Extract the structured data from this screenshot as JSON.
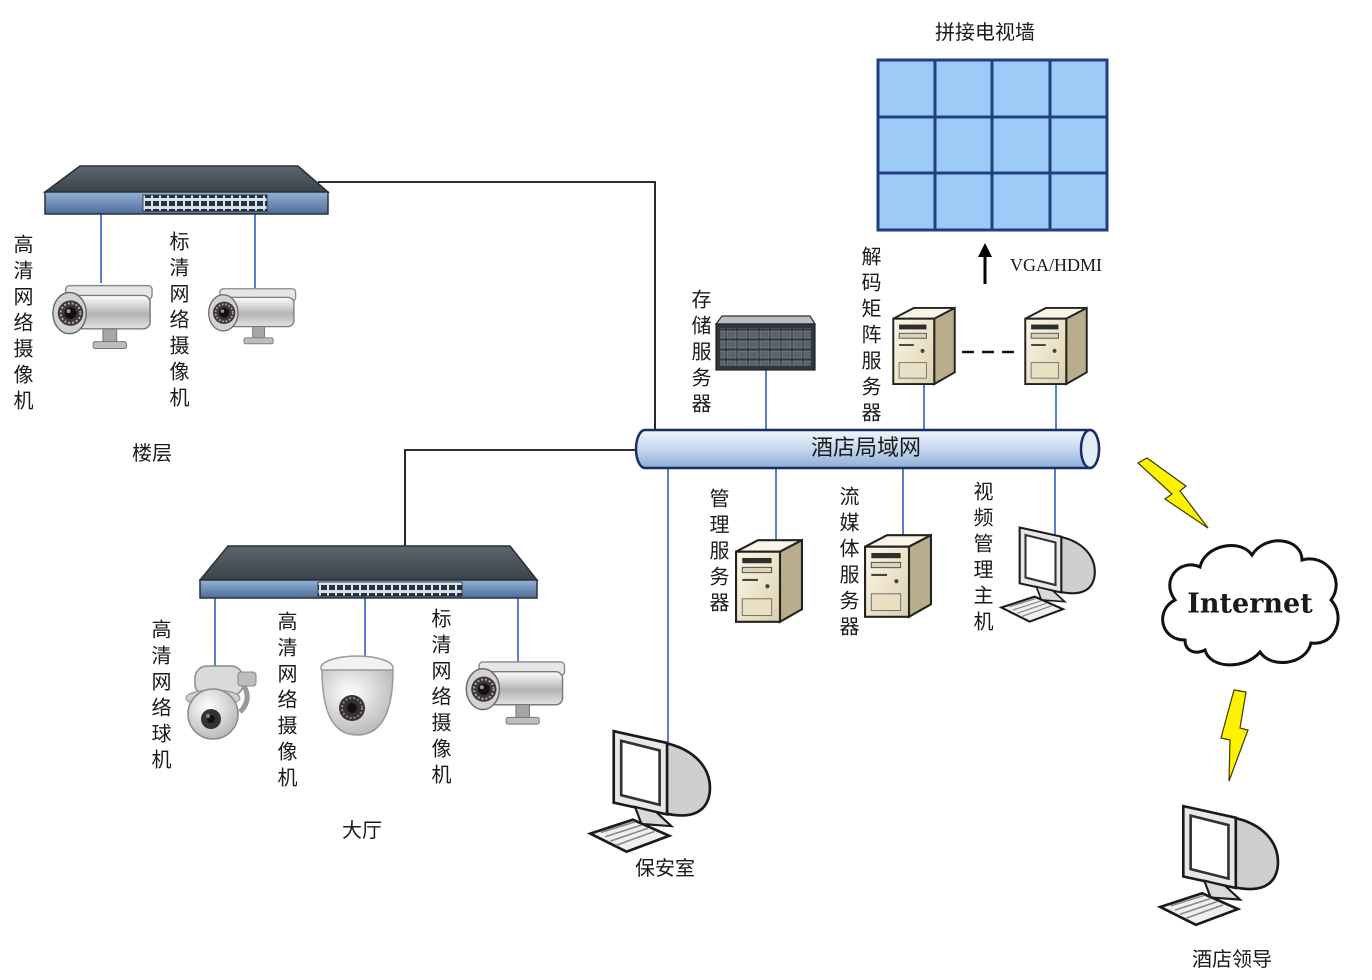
{
  "video_wall": {
    "label": "拼接电视墙",
    "icon": "video-wall-icon"
  },
  "output_link": {
    "label": "VGA/HDMI"
  },
  "lan": {
    "label": "酒店局域网"
  },
  "floor": {
    "label": "楼层",
    "icon": "network-switch-icon",
    "cameras": [
      {
        "label": "高清网络摄像机",
        "icon": "bullet-camera-icon"
      },
      {
        "label": "标清网络摄像机",
        "icon": "bullet-camera-icon"
      }
    ]
  },
  "lobby": {
    "label": "大厅",
    "icon": "network-switch-icon",
    "cameras": [
      {
        "label": "高清网络球机",
        "icon": "ptz-dome-camera-icon"
      },
      {
        "label": "高清网络摄像机",
        "icon": "dome-camera-icon"
      },
      {
        "label": "标清网络摄像机",
        "icon": "bullet-camera-icon"
      }
    ]
  },
  "servers": {
    "storage": {
      "label": "存储服务器",
      "icon": "rack-storage-icon"
    },
    "decoder_matrix": {
      "label": "解码矩阵服务器",
      "icon": "tower-server-icon"
    },
    "management": {
      "label": "管理服务器",
      "icon": "tower-server-icon"
    },
    "streaming_media": {
      "label": "流媒体服务器",
      "icon": "tower-server-icon"
    },
    "video_management_host": {
      "label": "视频管理主机",
      "icon": "desktop-computer-icon"
    }
  },
  "security_room": {
    "label": "保安室",
    "icon": "desktop-computer-icon"
  },
  "internet": {
    "label": "Internet",
    "icon": "cloud-icon"
  },
  "hotel_leader": {
    "label": "酒店领导",
    "icon": "desktop-computer-icon"
  },
  "colors": {
    "screen": "#9ccbf7",
    "screen_border": "#213f80",
    "drop_line": "#5a7fd0",
    "link_line": "#111111",
    "lightning": "#fff200",
    "pipe_outline": "#1b2d66"
  }
}
